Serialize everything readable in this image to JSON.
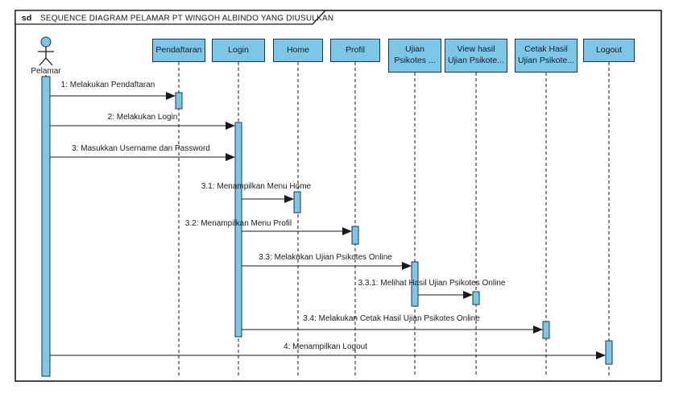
{
  "frame": {
    "keyword": "sd",
    "title": "SEQUENCE DIAGRAM PELAMAR PT WINGOH ALBINDO YANG DIUSULKAN"
  },
  "actor": {
    "label": "Pelamar"
  },
  "lifelines": [
    {
      "label": "Pendaftaran"
    },
    {
      "label": "Login"
    },
    {
      "label": "Home"
    },
    {
      "label": "Profil"
    },
    {
      "label": "Ujian Psikotes ..."
    },
    {
      "label": "View hasil Ujian Psikote..."
    },
    {
      "label": "Cetak Hasil Ujian Psikote..."
    },
    {
      "label": "Logout"
    }
  ],
  "messages": [
    {
      "label": "1: Melakukan Pendaftaran",
      "from": "Pelamar",
      "to": "Pendaftaran"
    },
    {
      "label": "2: Melakukan Login",
      "from": "Pelamar",
      "to": "Login"
    },
    {
      "label": "3: Masukkan Username dan Password",
      "from": "Pelamar",
      "to": "Login"
    },
    {
      "label": "3.1: Menampilkan Menu Home",
      "from": "Login",
      "to": "Home"
    },
    {
      "label": "3.2: Menampilkan Menu Profil",
      "from": "Login",
      "to": "Profil"
    },
    {
      "label": "3.3: Melakukan Ujian Psikotes Online",
      "from": "Login",
      "to": "Ujian Psikotes ..."
    },
    {
      "label": "3.3.1: Melihat Hasil Ujian Psikotes Online",
      "from": "Ujian Psikotes ...",
      "to": "View hasil Ujian Psikote..."
    },
    {
      "label": "3.4: Melakukan Cetak Hasil Ujian Psikotes Online",
      "from": "Login",
      "to": "Cetak Hasil Ujian Psikote..."
    },
    {
      "label": "4: Menampilkan Logout",
      "from": "Pelamar",
      "to": "Logout"
    }
  ],
  "colors": {
    "lifeline_fill": "#7cc7e8",
    "lifeline_border": "#173a52",
    "line_color": "#1a1a1a",
    "text_color": "#1a1a1a"
  }
}
